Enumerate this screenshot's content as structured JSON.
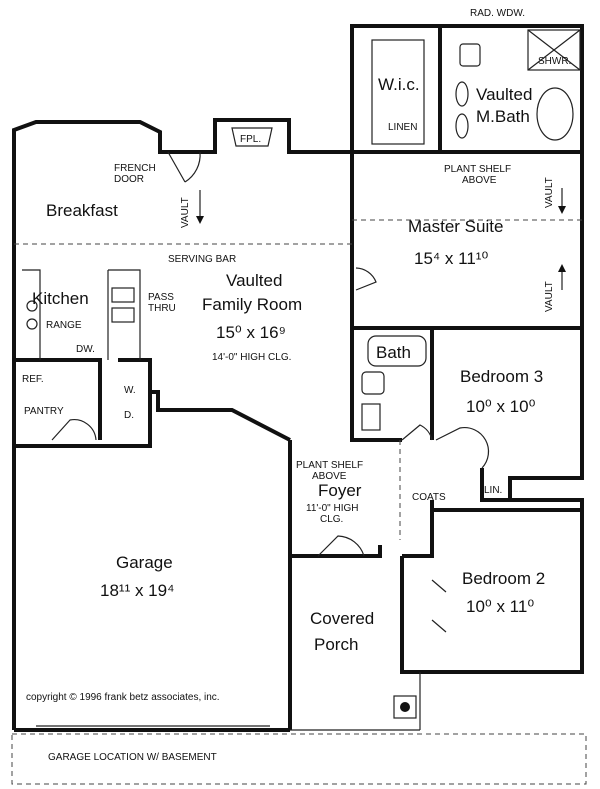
{
  "rooms": {
    "breakfast": "Breakfast",
    "kitchen": "Kitchen",
    "family_title1": "Vaulted",
    "family_title2": "Family Room",
    "family_dim": "15⁰ x 16⁹",
    "family_clg": "14'-0\" HIGH CLG.",
    "wic": "W.i.c.",
    "mbath1": "Vaulted",
    "mbath2": "M.Bath",
    "master": "Master Suite",
    "master_dim": "15⁴ x 11¹⁰",
    "bath": "Bath",
    "bed3": "Bedroom 3",
    "bed3_dim": "10⁰ x 10⁰",
    "bed2": "Bedroom 2",
    "bed2_dim": "10⁰ x 11⁰",
    "foyer": "Foyer",
    "foyer_clg1": "11'-0\" HIGH",
    "foyer_clg2": "CLG.",
    "garage": "Garage",
    "garage_dim": "18¹¹ x 19⁴",
    "porch1": "Covered",
    "porch2": "Porch"
  },
  "labels": {
    "rad_wdw": "RAD. WDW.",
    "fpl": "FPL.",
    "french1": "FRENCH",
    "french2": "DOOR",
    "vault": "VAULT",
    "shwr": "SHWR.",
    "linen": "LINEN",
    "plant_shelf": "PLANT SHELF",
    "above": "ABOVE",
    "serving_bar": "SERVING BAR",
    "pass": "PASS",
    "thru": "THRU",
    "range": "RANGE",
    "dw": "DW.",
    "ref": "REF.",
    "pantry": "PANTRY",
    "w": "W.",
    "d": "D.",
    "coats": "COATS",
    "lin": "LIN.",
    "copyright": "copyright © 1996 frank betz associates, inc.",
    "garage_location": "GARAGE LOCATION W/ BASEMENT"
  }
}
